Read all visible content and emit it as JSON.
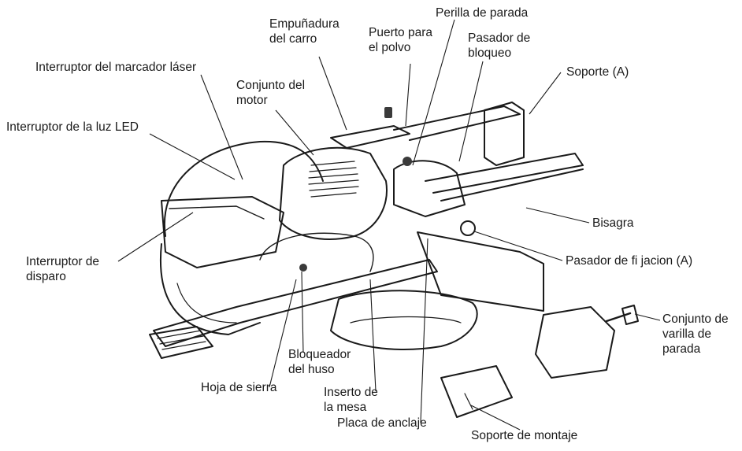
{
  "labels": {
    "carriage_handle": [
      "Empuñadura",
      "del carro"
    ],
    "dust_port": [
      "Puerto para",
      "el polvo"
    ],
    "stop_knob": [
      "Perilla de parada"
    ],
    "lock_pin": [
      "Pasador de",
      "bloqueo"
    ],
    "laser_switch": [
      "Interruptor del marcador láser"
    ],
    "bracket_a": [
      "Soporte (A)"
    ],
    "motor_assembly": [
      "Conjunto del",
      "motor"
    ],
    "led_switch": [
      "Interruptor de la luz LED"
    ],
    "hinge": [
      "Bisagra"
    ],
    "trigger_switch": [
      "Interruptor de",
      "disparo"
    ],
    "fixing_pin_a": [
      "Pasador de fi jacion (A)"
    ],
    "stop_rod_assembly": [
      "Conjunto de",
      "varilla de",
      "parada"
    ],
    "spindle_lock": [
      "Bloqueador",
      "del huso"
    ],
    "saw_blade": [
      "Hoja de sierra"
    ],
    "table_insert": [
      "Inserto de",
      "la mesa"
    ],
    "anchor_plate": [
      "Placa de anclaje"
    ],
    "mounting_bracket": [
      "Soporte de montaje"
    ]
  },
  "colors": {
    "line": "#1a1a1a",
    "text": "#1a1a1a",
    "background": "#ffffff",
    "shade": "#3a3a3a"
  }
}
